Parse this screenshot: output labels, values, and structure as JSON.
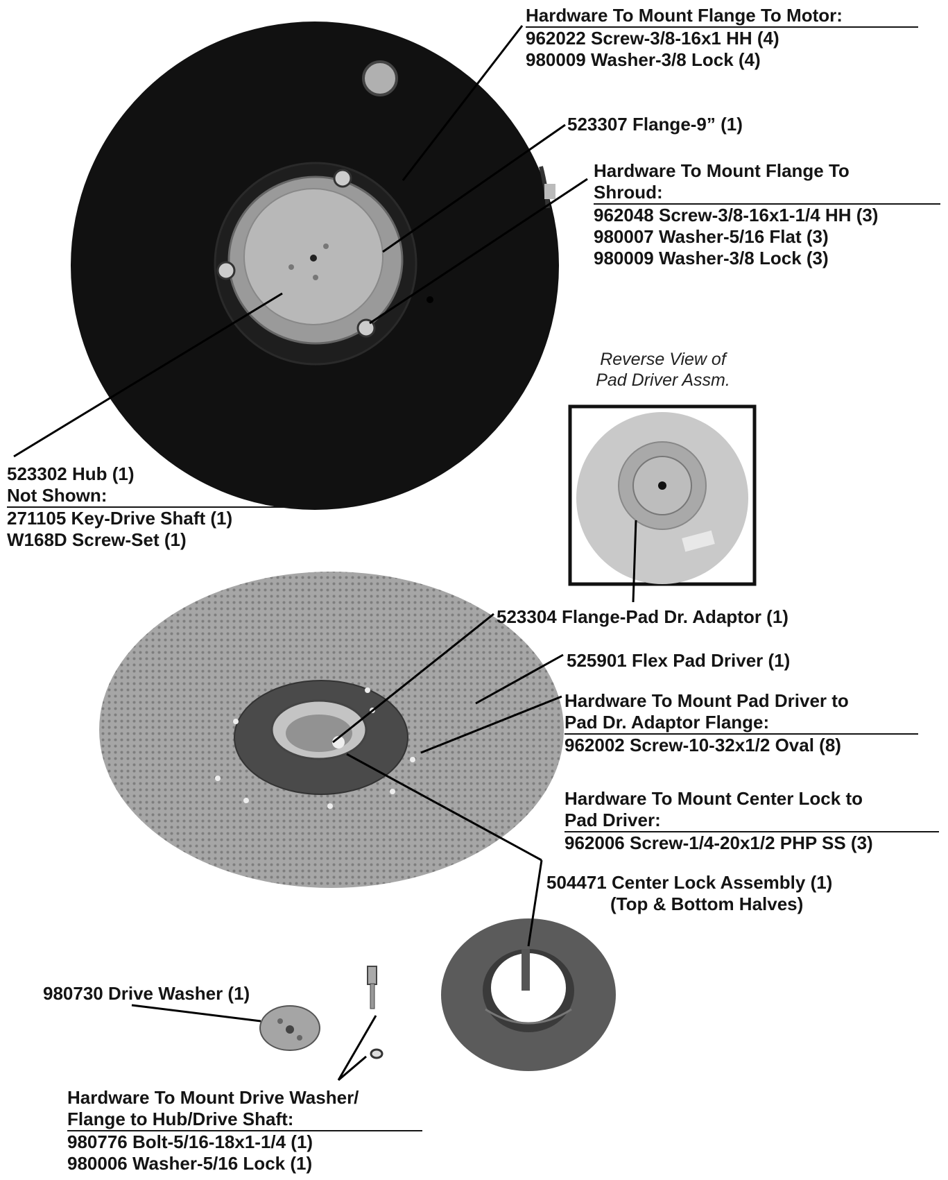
{
  "motor_mount": {
    "heading": "Hardware To Mount Flange To Motor:",
    "items": [
      "962022 Screw-3/8-16x1 HH (4)",
      "980009 Washer-3/8 Lock (4)"
    ]
  },
  "flange": "523307 Flange-9” (1)",
  "shroud_mount": {
    "heading_line1": "Hardware To Mount Flange To",
    "heading_line2": "Shroud:",
    "items": [
      "962048 Screw-3/8-16x1-1/4 HH (3)",
      "980007 Washer-5/16 Flat (3)",
      "980009 Washer-3/8 Lock (3)"
    ]
  },
  "reverse_view": {
    "line1": "Reverse View of",
    "line2": "Pad Driver Assm."
  },
  "hub": {
    "label": "523302 Hub (1)",
    "not_shown_heading": "Not Shown:",
    "items": [
      "271105 Key-Drive Shaft (1)",
      "W168D Screw-Set (1)"
    ]
  },
  "adaptor": "523304 Flange-Pad Dr. Adaptor (1)",
  "flex_pad": "525901 Flex Pad Driver (1)",
  "pad_driver_mount": {
    "heading_line1": "Hardware To Mount Pad Driver to",
    "heading_line2": "Pad Dr. Adaptor Flange:",
    "items": [
      "962002 Screw-10-32x1/2 Oval (8)"
    ]
  },
  "center_lock_mount": {
    "heading_line1": "Hardware To Mount Center Lock to",
    "heading_line2": "Pad Driver:",
    "items": [
      "962006 Screw-1/4-20x1/2 PHP SS (3)"
    ]
  },
  "center_lock": {
    "line1": "504471 Center Lock Assembly (1)",
    "line2": "(Top & Bottom Halves)"
  },
  "drive_washer": "980730 Drive Washer (1)",
  "drive_washer_mount": {
    "heading_line1": "Hardware To Mount Drive Washer/",
    "heading_line2": "Flange to Hub/Drive Shaft:",
    "items": [
      "980776 Bolt-5/16-18x1-1/4 (1)",
      "980006 Washer-5/16 Lock (1)"
    ]
  }
}
